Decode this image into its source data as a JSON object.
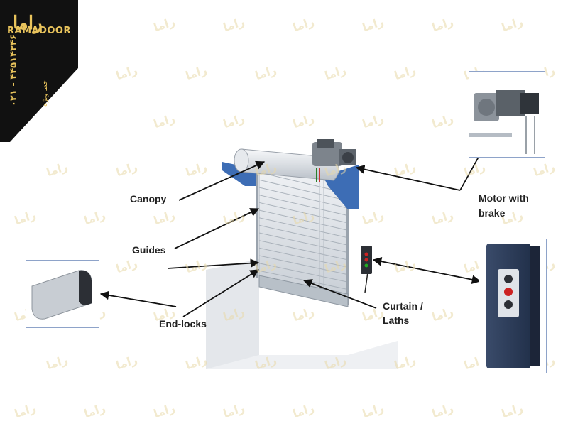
{
  "logo": {
    "brand": "RAMADOOR",
    "phone": "۰۲۱ - ۴۴۵۱۴۳۴۶",
    "sub": "خط ویژه",
    "mark": "راما",
    "background_color": "#111111",
    "accent_color": "#e8c35c"
  },
  "watermark": {
    "text": "راما"
  },
  "labels": {
    "canopy": "Canopy",
    "guides": "Guides",
    "end_locks": "End-locks",
    "curtain_line1": "Curtain /",
    "curtain_line2": "Laths",
    "motor_line1": "Motor with",
    "motor_line2": "brake"
  },
  "colors": {
    "bracket_blue": "#3d6db5",
    "slat_grey": "#d8dde3",
    "frame_border": "#8ea3c9",
    "control_box": "#2e3e5a"
  }
}
